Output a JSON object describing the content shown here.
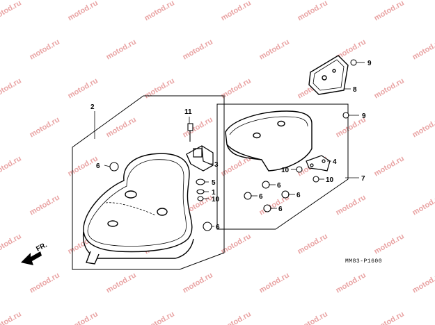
{
  "watermark": {
    "text": "motod.ru",
    "color": "#e9a3a3"
  },
  "diagram": {
    "part_numbers": {
      "p1": "1",
      "p2": "2",
      "p3": "3",
      "p4": "4",
      "p5": "5",
      "p6": "6",
      "p7": "7",
      "p8": "8",
      "p9": "9",
      "p10": "10",
      "p11": "11"
    },
    "front_arrow_label": "FR.",
    "drawing_code": "MM83-P1600"
  },
  "colors": {
    "line": "#000000",
    "background": "#ffffff"
  }
}
